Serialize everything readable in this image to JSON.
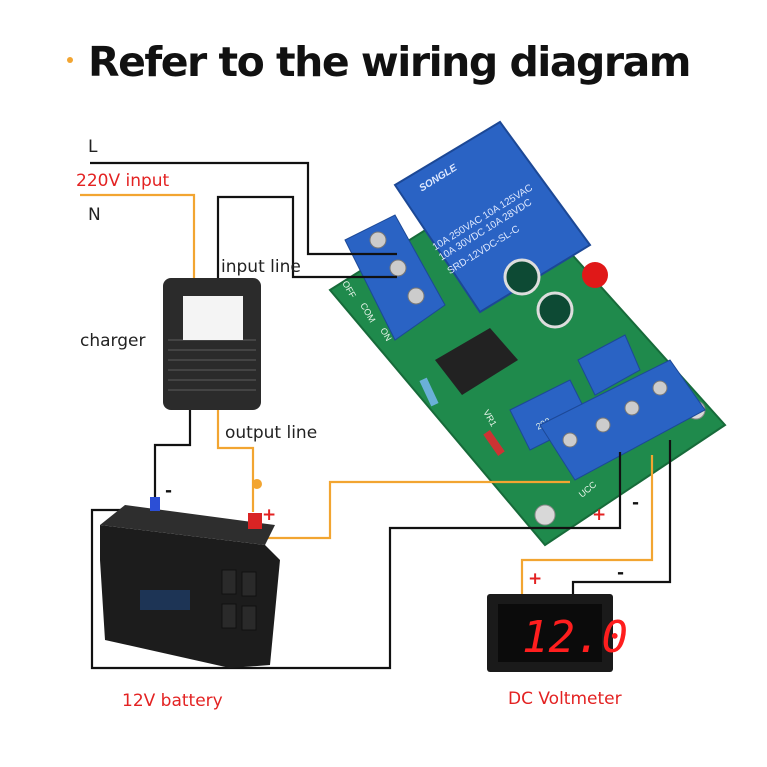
{
  "title": "Refer to the wiring diagram",
  "labels": {
    "line_l": "L",
    "input_220v": "220V input",
    "line_n": "N",
    "input_line": "input line",
    "charger": "charger",
    "output_line": "output line",
    "battery": "12V battery",
    "voltmeter": "DC Voltmeter"
  },
  "polarity": {
    "battery_minus": "-",
    "battery_plus": "+",
    "board_plus": "+",
    "board_minus": "-",
    "voltmeter_plus": "+",
    "voltmeter_minus": "-"
  },
  "relay": {
    "brand": "SONGLE",
    "rating_1": "10A 250VAC  10A 125VAC",
    "rating_2": "10A 30VDC  10A 28VDC",
    "model": "SRD-12VDC-SL-C"
  },
  "board": {
    "terminal_off": "OFF",
    "terminal_com": "COM",
    "terminal_on": "ON",
    "vcc": "UCC",
    "pot": "VR1",
    "pot_value": "203"
  },
  "voltmeter_reading": "12.0",
  "colors": {
    "wire_black": "#111111",
    "wire_orange": "#f2a531",
    "label_red": "#e32222",
    "pcb_green": "#1f8a4c",
    "relay_blue": "#2a63c4"
  }
}
